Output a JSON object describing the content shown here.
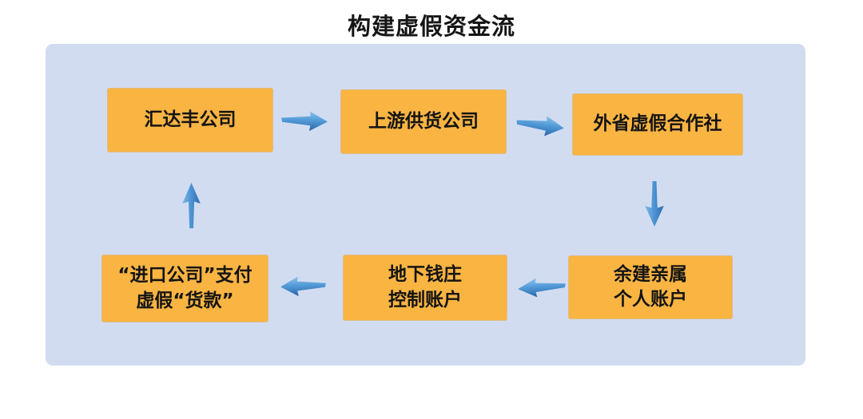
{
  "title": "构建虚假资金流",
  "colors": {
    "page_background": "#ffffff",
    "panel_background": "#d2dcf1",
    "node_fill": "#f9b442",
    "node_text": "#141414",
    "arrow_blue_light": "#8fc3ec",
    "arrow_blue_mid": "#4c92d2",
    "arrow_blue_dark": "#2a619b",
    "title_text": "#161616"
  },
  "nodes": [
    {
      "id": "huidafeng-company",
      "lines": [
        "汇达丰公司"
      ]
    },
    {
      "id": "upstream-supplier",
      "lines": [
        "上游供货公司"
      ]
    },
    {
      "id": "out-province-fake-coop",
      "lines": [
        "外省虚假合作社"
      ]
    },
    {
      "id": "yujian-relatives-accounts",
      "lines": [
        "余建亲属",
        "个人账户"
      ]
    },
    {
      "id": "underground-bank-accounts",
      "lines": [
        "地下钱庄",
        "控制账户"
      ]
    },
    {
      "id": "import-company-payment",
      "lines": [
        "“进口公司”支付",
        "虚假“货款”"
      ]
    }
  ],
  "arrows": [
    {
      "name": "huidafeng-to-upstream",
      "direction": "right"
    },
    {
      "name": "upstream-to-fake-coop",
      "direction": "right"
    },
    {
      "name": "fake-coop-to-relatives",
      "direction": "down"
    },
    {
      "name": "relatives-to-underground-bank",
      "direction": "left"
    },
    {
      "name": "underground-bank-to-import",
      "direction": "left"
    },
    {
      "name": "import-to-huidafeng",
      "direction": "up"
    }
  ]
}
